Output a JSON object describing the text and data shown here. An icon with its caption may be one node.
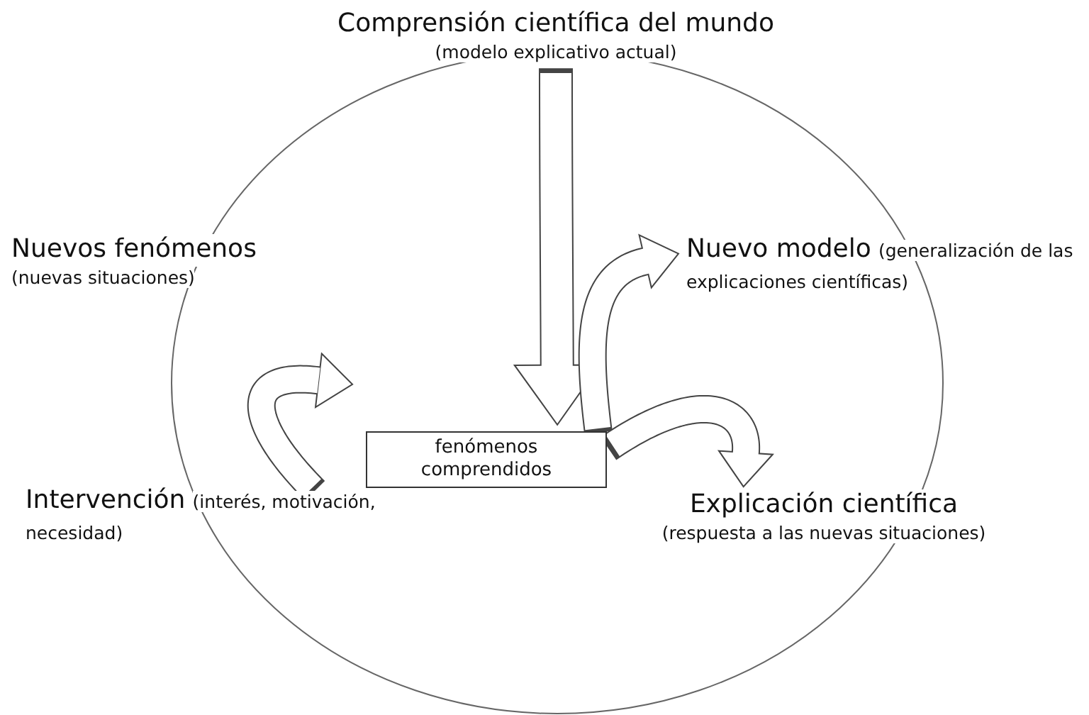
{
  "diagram": {
    "nodes": [
      {
        "text": [
          "Comprensión científica del mundo",
          "(modelo explicativo actual)"
        ]
      },
      {
        "text": [
          "Nuevos fenómenos",
          "(nuevas situaciones)"
        ]
      },
      {
        "text": [
          "Nuevo modelo",
          "(generalización de las explicaciones científicas)"
        ]
      },
      {
        "text": [
          "fenómenos comprendidos"
        ]
      },
      {
        "text": [
          "Intervención",
          "(interés, motivación, necesidad)"
        ]
      },
      {
        "text": [
          "Explicación científica",
          "(respuesta a las nuevas situaciones)"
        ]
      }
    ],
    "edges": [
      {
        "from": 0,
        "to": 3,
        "arrow": "to"
      },
      {
        "from": 4,
        "to": 3,
        "arrow": "to"
      },
      {
        "from": 3,
        "to": 2,
        "arrow": "to"
      },
      {
        "from": 3,
        "to": 5,
        "arrow": "to"
      }
    ]
  }
}
